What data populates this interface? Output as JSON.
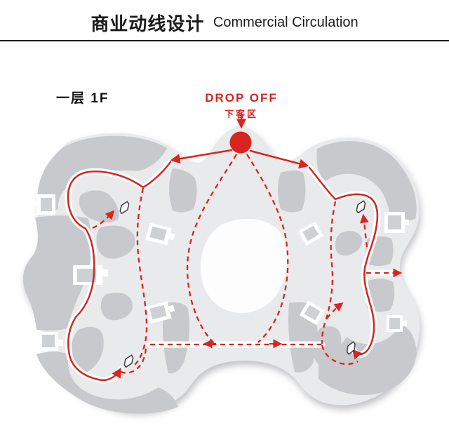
{
  "header": {
    "title_zh": "商业动线设计",
    "title_en": "Commercial Circulation"
  },
  "plan": {
    "floor_label": "一层 1F",
    "dropoff": {
      "label_en": "DROP OFF",
      "label_zh": "下客区"
    }
  },
  "icons": {
    "dropoff_point": "red-filled-circle",
    "dropoff_arrow": "red-down-arrow",
    "escalator": "escalator-icon",
    "primary_flow_arrow": "solid-red-arrow",
    "secondary_flow_arrow": "dashed-red-arrow"
  },
  "colors": {
    "accent_red": "#d9241f",
    "building_base": "#e9eaec",
    "retail_block": "#c7c9cc",
    "core_inner": "#ced1d4",
    "walkway_white": "#ffffff",
    "title_text": "#1a1a1a"
  }
}
